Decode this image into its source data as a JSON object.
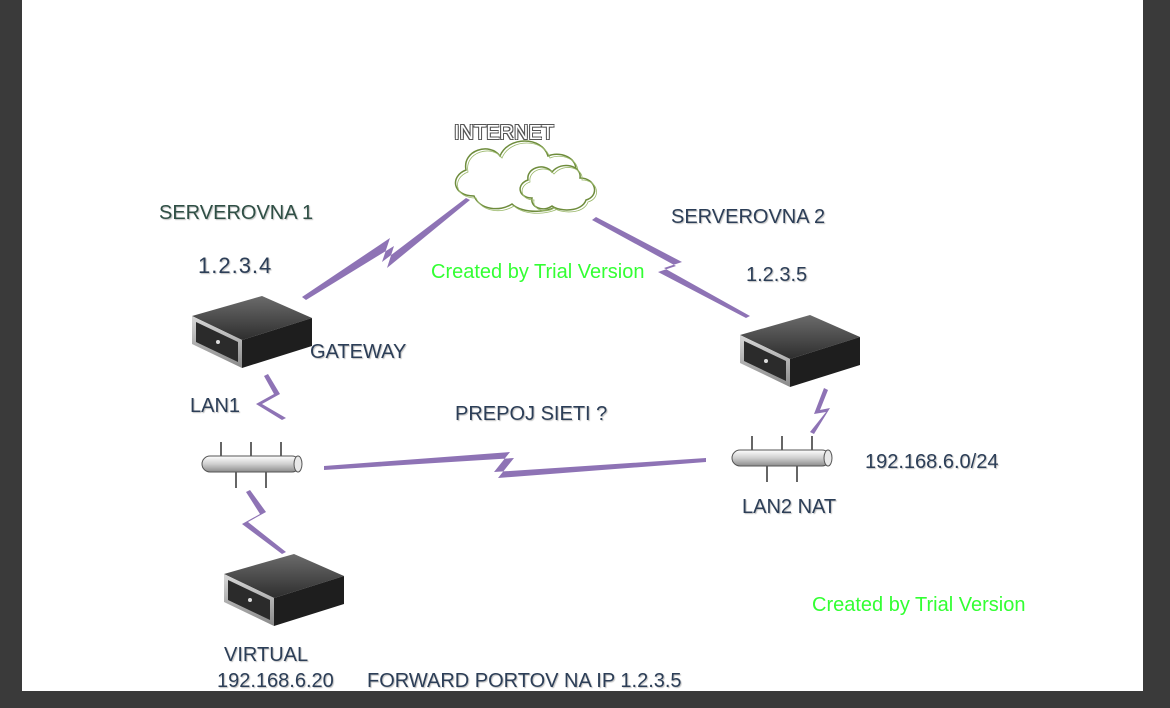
{
  "diagram": {
    "internet_label": "INTERNET",
    "site1": {
      "title": "SERVEROVNA 1",
      "ip": "1.2.3.4",
      "gateway_label": "GATEWAY",
      "lan_label": "LAN1"
    },
    "site2": {
      "title": "SERVEROVNA 2",
      "ip": "1.2.3.5",
      "lan_label": "LAN2 NAT",
      "subnet": "192.168.6.0/24"
    },
    "link_label": "PREPOJ SIETI ?",
    "virtual": {
      "label": "VIRTUAL",
      "ip": "192.168.6.20",
      "note": "FORWARD PORTOV NA IP 1.2.3.5"
    },
    "watermarks": [
      "Created by Trial Version",
      "Created by Trial Version"
    ]
  },
  "colors": {
    "background": "#3a3a3a",
    "canvas": "#ffffff",
    "link": "#7a5aa8",
    "watermark": "#33ff33",
    "server_body": "#3a3a3a",
    "cloud": "#5a7a3a"
  }
}
